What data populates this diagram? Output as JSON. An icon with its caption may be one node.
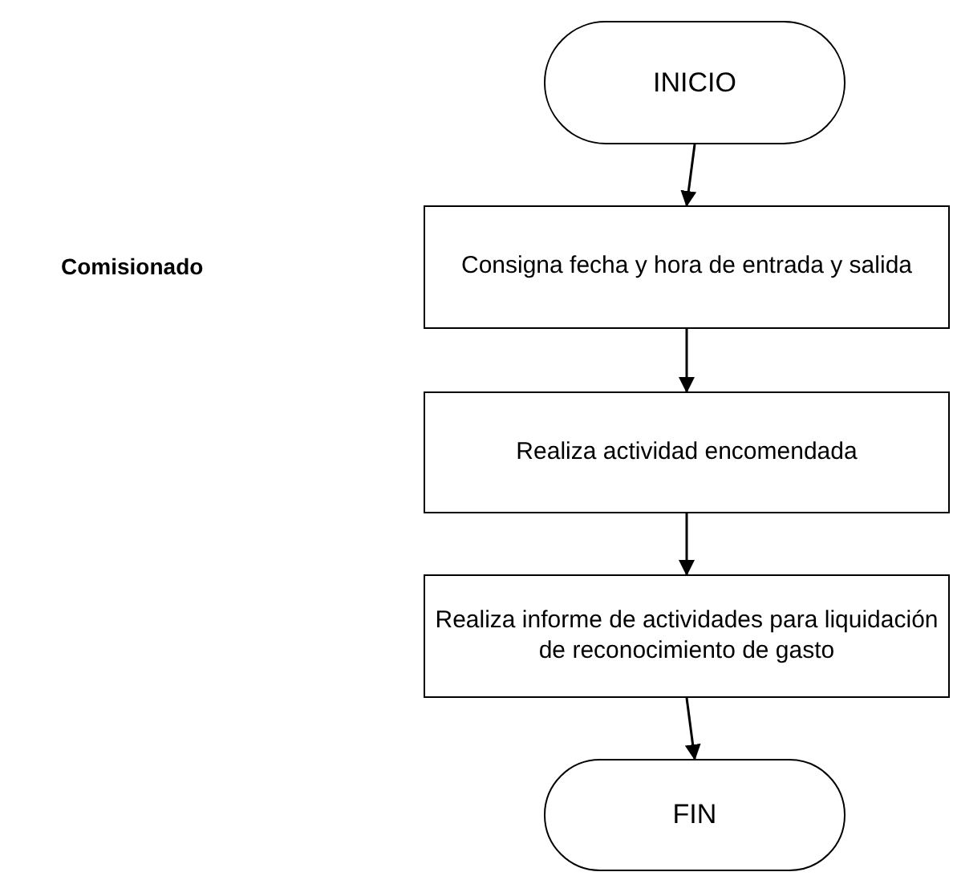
{
  "diagram": {
    "nodes": [
      {
        "text": [
          "INICIO"
        ]
      },
      {
        "text": [
          "Consigna fecha y hora de entrada y salida"
        ]
      },
      {
        "text": [
          "Realiza actividad encomendada"
        ]
      },
      {
        "text": [
          "Realiza informe de actividades para liquidación de reconocimiento de gasto"
        ]
      },
      {
        "text": [
          "FIN"
        ]
      }
    ],
    "edges": [
      {
        "from": 0,
        "to": 1,
        "arrow": "to"
      },
      {
        "from": 1,
        "to": 2,
        "arrow": "to"
      },
      {
        "from": 2,
        "to": 3,
        "arrow": "to"
      },
      {
        "from": 3,
        "to": 4,
        "arrow": "to"
      }
    ],
    "labels": [
      "Comisionado"
    ]
  }
}
